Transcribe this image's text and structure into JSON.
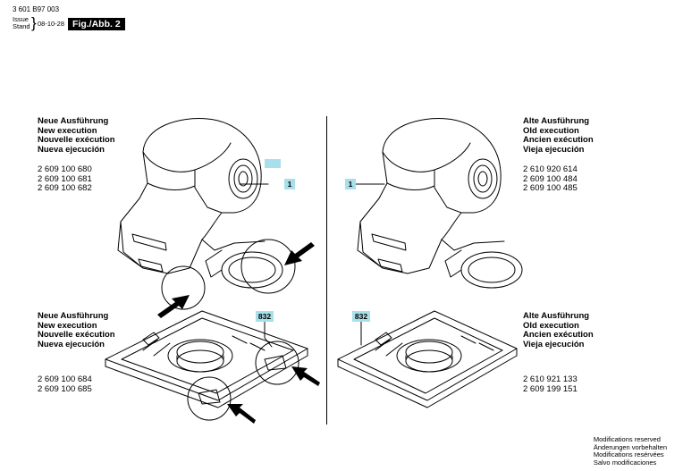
{
  "header": {
    "doc_number": "3 601 B97 003",
    "issue_label": "Issue",
    "stand_label": "Stand",
    "date": "08-10-28",
    "fig_label": "Fig./Abb. 2"
  },
  "left": {
    "top_heading": [
      "Neue Ausführung",
      "New execution",
      "Nouvelle exécution",
      "Nueva ejecución"
    ],
    "top_parts": [
      "2 609 100 680",
      "2 609 100 681",
      "2 609 100 682"
    ],
    "bottom_heading": [
      "Neue Ausführung",
      "New execution",
      "Nouvelle exécution",
      "Nueva ejecución"
    ],
    "bottom_parts": [
      "2 609 100 684",
      "2 609 100 685"
    ],
    "callout_1": "1",
    "callout_832": "832"
  },
  "right": {
    "top_heading": [
      "Alte Ausführung",
      "Old execution",
      "Ancien exécution",
      "Vieja ejecución"
    ],
    "top_parts": [
      "2 610 920 614",
      "2 609 100 484",
      "2 609 100 485"
    ],
    "bottom_heading": [
      "Alte Ausführung",
      "Old execution",
      "Ancien exécution",
      "Vieja ejecución"
    ],
    "bottom_parts": [
      "2 610 921 133",
      "2 609 199 151"
    ],
    "callout_1": "1",
    "callout_832": "832"
  },
  "footer": [
    "Modifications reserved",
    "Änderungen vorbehalten",
    "Modifications resérvées",
    "Salvo modificaciones"
  ],
  "colors": {
    "callout_bg": "#a9dfea",
    "line": "#000000"
  }
}
